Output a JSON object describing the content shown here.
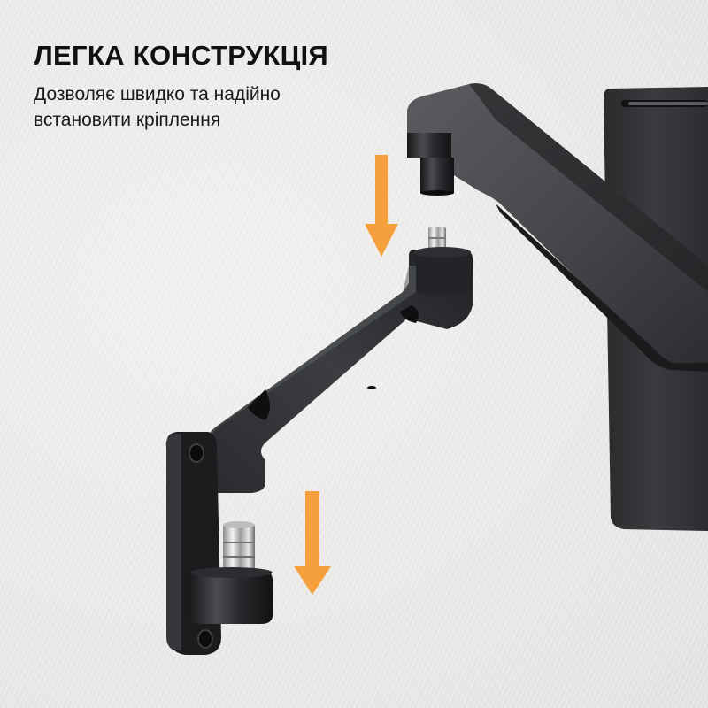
{
  "banner": {
    "headline": "ЛЕГКА КОНСТРУКЦІЯ",
    "subline_1": "Дозволяє швидко та надійно",
    "subline_2": "встановити кріплення"
  },
  "colors": {
    "background": "#ecebe9",
    "arrow": "#f5a03c",
    "metal_dark": "#1e1f21",
    "metal_mid": "#3a3c3f",
    "chrome": "#d9d9d9"
  },
  "illustration": {
    "subject": "monitor-wall-mount-arm",
    "arrows": [
      {
        "direction": "down",
        "label": "upper-joint-insert"
      },
      {
        "direction": "down",
        "label": "lower-joint-insert"
      }
    ]
  }
}
